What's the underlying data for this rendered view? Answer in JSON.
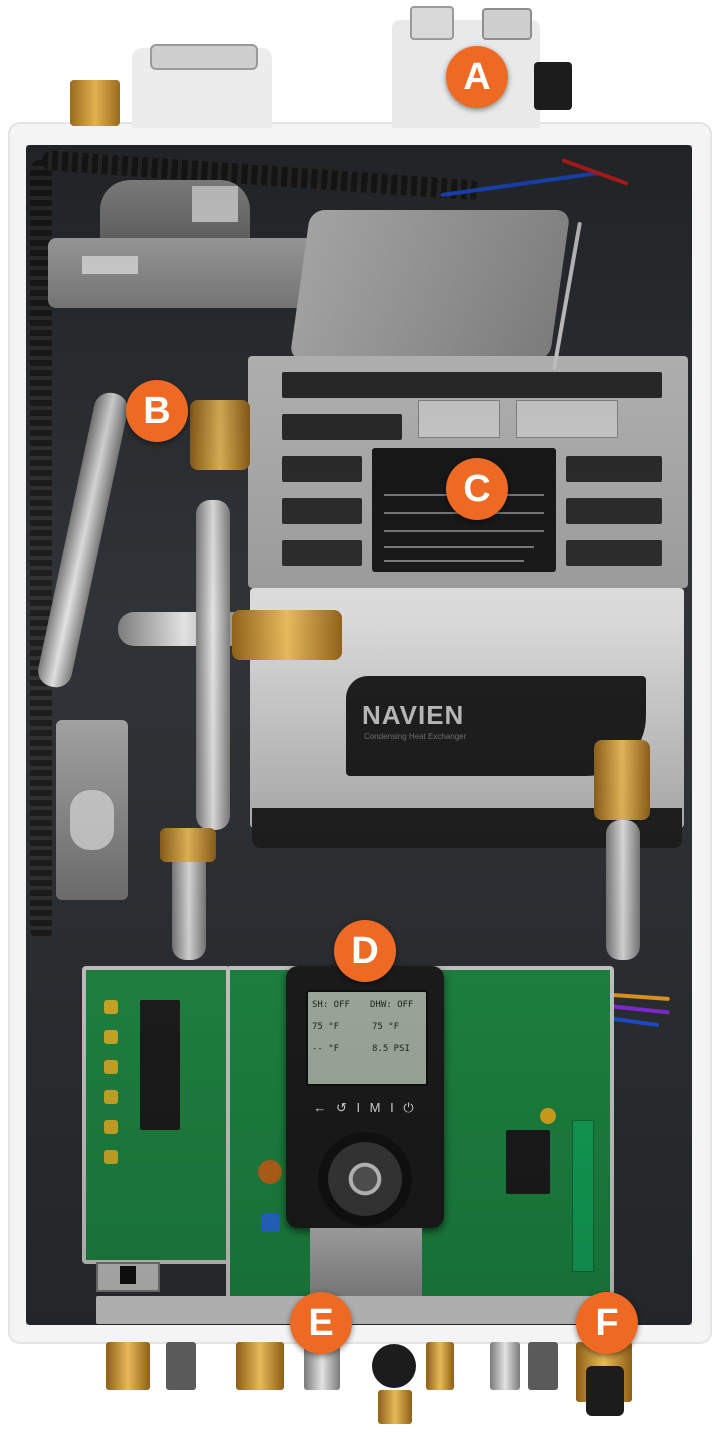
{
  "markers": {
    "a": "A",
    "b": "B",
    "c": "C",
    "d": "D",
    "e": "E",
    "f": "F"
  },
  "brand": {
    "name": "NAVIEN",
    "subtitle": "Condensing Heat Exchanger"
  },
  "display": {
    "row1_left": "SH:  OFF",
    "row1_right": "DHW:  OFF",
    "row2_left": "75 °F",
    "row2_right": "75 °F",
    "row3_left": "-- °F",
    "row3_right": "8.5 PSI",
    "buttons": "← ↺ I M I ⏻"
  },
  "colors": {
    "marker": "#ee6a24",
    "board": "#1d8a43",
    "cavity": "#2c2f33"
  }
}
